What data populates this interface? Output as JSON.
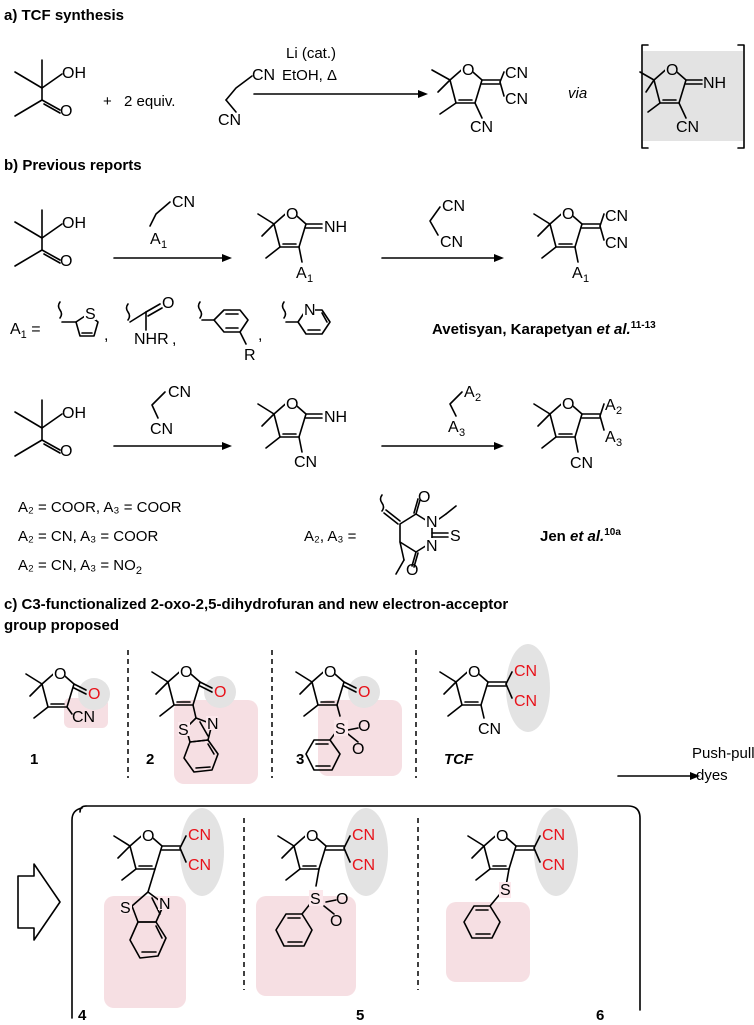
{
  "sections": {
    "a_title": "a) TCF synthesis",
    "b_title": "b) Previous reports",
    "c_title_line1": "c) C3-functionalized 2-oxo-2,5-dihydrofuran and new electron-acceptor",
    "c_title_line2": "group proposed"
  },
  "atoms": {
    "oh": "OH",
    "o": "O",
    "cn": "CN",
    "nh": "NH",
    "s": "S",
    "n": "N",
    "a": "A",
    "a1_sub": "1",
    "a2_sub": "2",
    "a3_sub": "3",
    "nhr": "NHR",
    "r": "R",
    "no2_sub": "2"
  },
  "reaction_a": {
    "plus": "+",
    "equiv": "2 equiv.",
    "reagent_line1": "Li (cat.)",
    "reagent_line2": "EtOH, Δ",
    "via": "via"
  },
  "reaction_b1": {
    "a1_def_lhs": "A",
    "a1_def_eq": " =",
    "authors": "Avetisyan, Karapetyan ",
    "et_al": "et al.",
    "refs": "11-13"
  },
  "reaction_b2": {
    "cond1": "A₂ = COOR, A₃ = COOR",
    "cond2": "A₂ = CN, A₃ = COOR",
    "cond3": "A₂ = CN, A₃ = NO",
    "a2a3_eq": "A₂, A₃ =",
    "authors": "Jen ",
    "et_al": "et al.",
    "refs": "10a"
  },
  "reaction_c": {
    "labels": [
      "1",
      "2",
      "3",
      "TCF",
      "4",
      "5",
      "6"
    ],
    "push_pull_1": "Push-pull",
    "push_pull_2": "dyes"
  },
  "colors": {
    "highlight": "#f6dfe3",
    "grey": "#e3e3e3",
    "accent_red": "#e8121a"
  }
}
